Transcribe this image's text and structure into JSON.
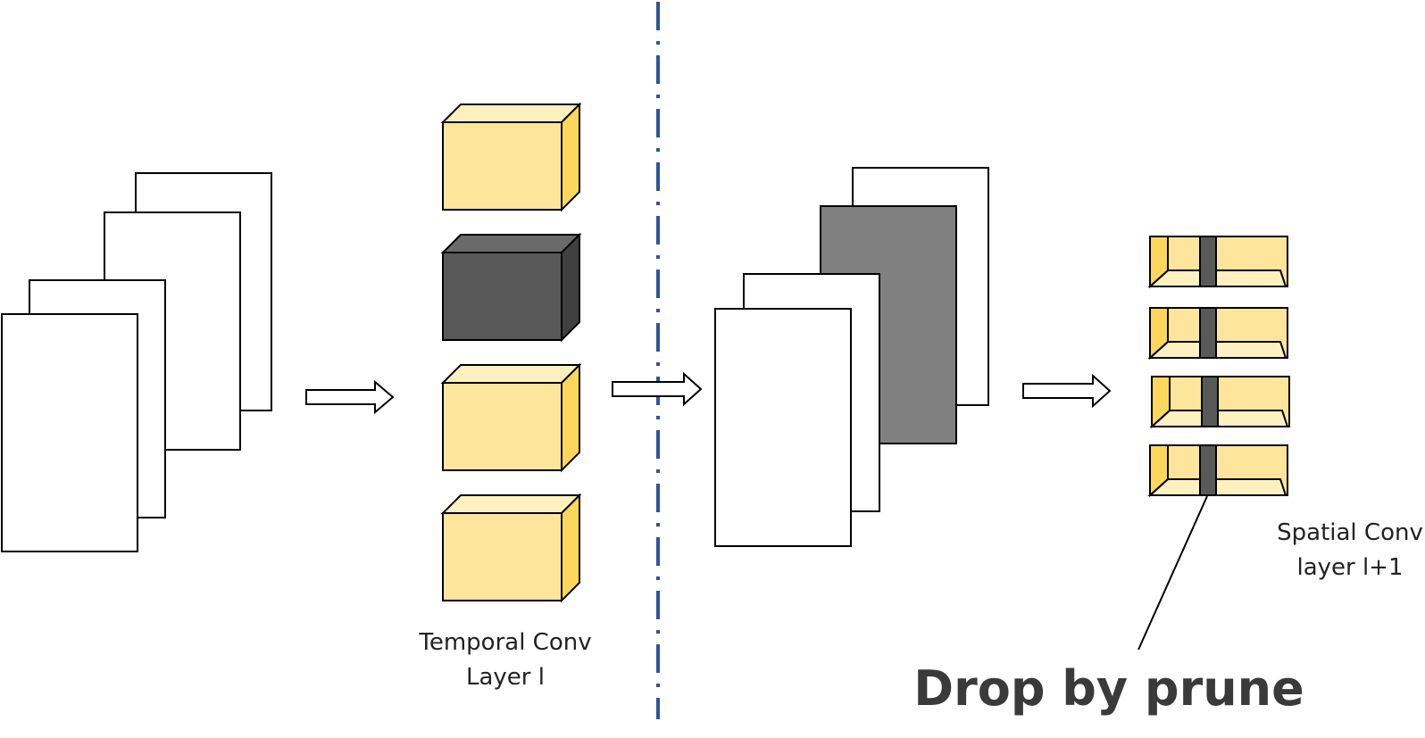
{
  "labels": {
    "temporal_line1": "Temporal Conv",
    "temporal_line2": "Layer l",
    "spatial_line1": "Spatial Conv",
    "spatial_line2": "layer l+1",
    "drop": "Drop by prune"
  },
  "colors": {
    "yellow_front": "#fde59b",
    "yellow_side": "#fcd75c",
    "yellow_top": "#fff0c0",
    "dark_front": "#595959",
    "dark_side": "#404040",
    "dark_top": "#6a6a6a",
    "gray_map": "#808080",
    "divider": "#2f5597"
  }
}
